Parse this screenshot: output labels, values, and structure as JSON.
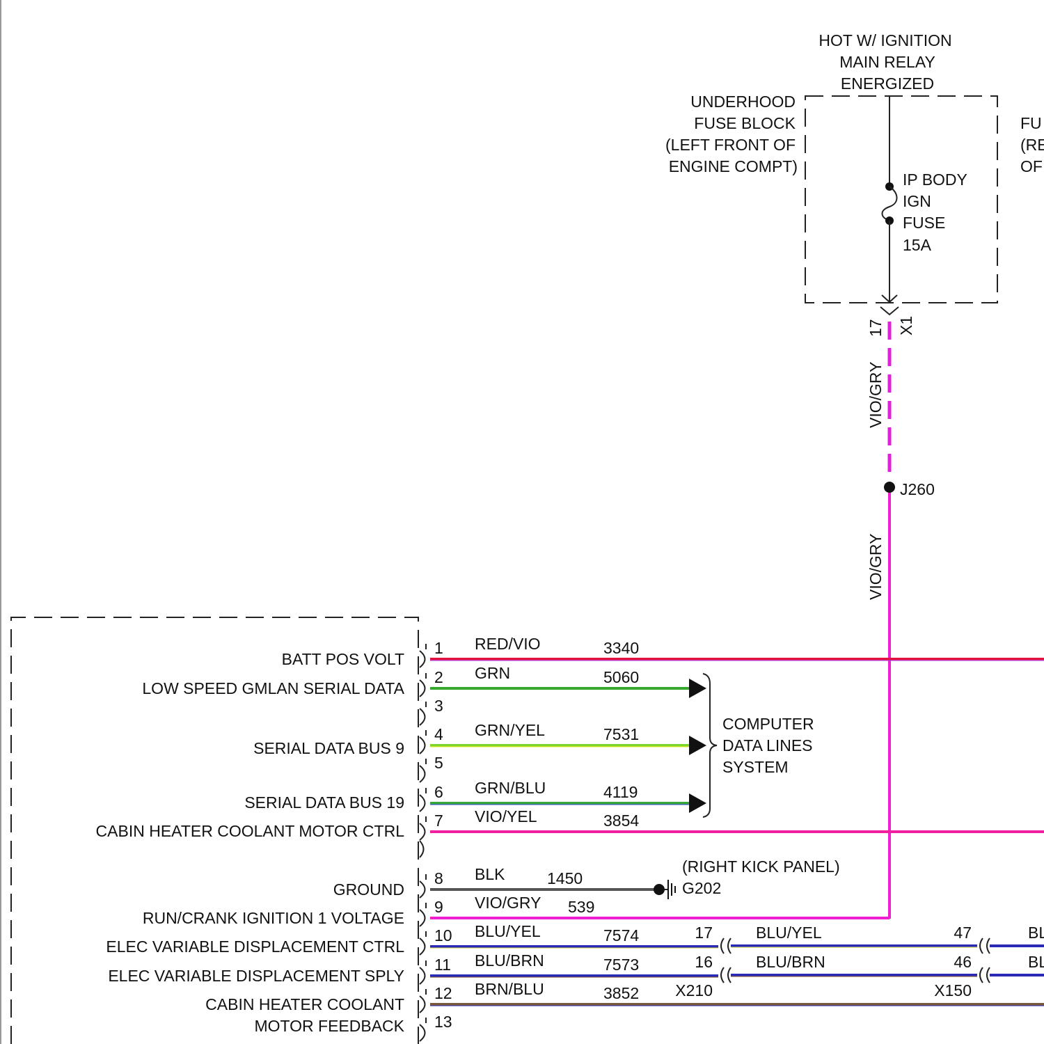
{
  "power": {
    "title_lines": [
      "HOT W/ IGNITION",
      "MAIN RELAY",
      "ENERGIZED"
    ],
    "underhood_lines": [
      "UNDERHOOD",
      "FUSE BLOCK",
      "(LEFT FRONT OF",
      "ENGINE COMPT)"
    ],
    "fuse_lines": [
      "IP BODY",
      "IGN",
      "FUSE",
      "15A"
    ],
    "right_cut_lines": [
      "FU",
      "(RE",
      "OF"
    ],
    "connector_pin": "17",
    "connector_id": "X1",
    "wire_color_upper": "VIO/GRY",
    "splice": "J260",
    "wire_color_lower": "VIO/GRY"
  },
  "module": {
    "pin_labels": [
      "BATT POS VOLT",
      "LOW SPEED GMLAN SERIAL DATA",
      "SERIAL DATA BUS 9",
      "SERIAL DATA BUS 19",
      "CABIN HEATER COOLANT MOTOR CTRL",
      "GROUND",
      "RUN/CRANK IGNITION 1 VOLTAGE",
      "ELEC VARIABLE DISPLACEMENT CTRL",
      "ELEC VARIABLE DISPLACEMENT SPLY",
      "CABIN HEATER COOLANT",
      "MOTOR FEEDBACK"
    ]
  },
  "wires": [
    {
      "pin": "1",
      "color": "RED/VIO",
      "circuit": "3340",
      "stroke": "#e3123f",
      "stroke2": "#a53cff"
    },
    {
      "pin": "2",
      "color": "GRN",
      "circuit": "5060",
      "stroke": "#36a82e"
    },
    {
      "pin": "3"
    },
    {
      "pin": "4",
      "color": "GRN/YEL",
      "circuit": "7531",
      "stroke": "#7fd62a",
      "stroke2": "#f2ee2a"
    },
    {
      "pin": "5"
    },
    {
      "pin": "6",
      "color": "GRN/BLU",
      "circuit": "4119",
      "stroke": "#3aa83a",
      "stroke2": "#3340d8"
    },
    {
      "pin": "7",
      "color": "VIO/YEL",
      "circuit": "3854",
      "stroke": "#f020a0"
    },
    {
      "pin": "8",
      "color": "BLK",
      "circuit": "1450",
      "stroke": "#555555"
    },
    {
      "pin": "9",
      "color": "VIO/GRY",
      "circuit": "539",
      "stroke": "#f020d0"
    },
    {
      "pin": "10",
      "color": "BLU/YEL",
      "circuit": "7574",
      "stroke": "#2a2ab8",
      "stroke2": "#d8d83a"
    },
    {
      "pin": "11",
      "color": "BLU/BRN",
      "circuit": "7573",
      "stroke": "#2a2ab8",
      "stroke2": "#8a5a2a"
    },
    {
      "pin": "12",
      "color": "BRN/BLU",
      "circuit": "3852",
      "stroke": "#7a5a3a",
      "stroke2": "#2a2ab8"
    },
    {
      "pin": "13"
    }
  ],
  "data_lines_system": [
    "COMPUTER",
    "DATA LINES",
    "SYSTEM"
  ],
  "ground": {
    "location": "(RIGHT KICK PANEL)",
    "id": "G202"
  },
  "inline": {
    "x210_pins": [
      "17",
      "16"
    ],
    "x210_id": "X210",
    "colors": [
      "BLU/YEL",
      "BLU/BRN"
    ],
    "x150_pins": [
      "47",
      "46"
    ],
    "x150_id": "X150",
    "cut_labels": [
      "BL",
      "BL"
    ]
  }
}
